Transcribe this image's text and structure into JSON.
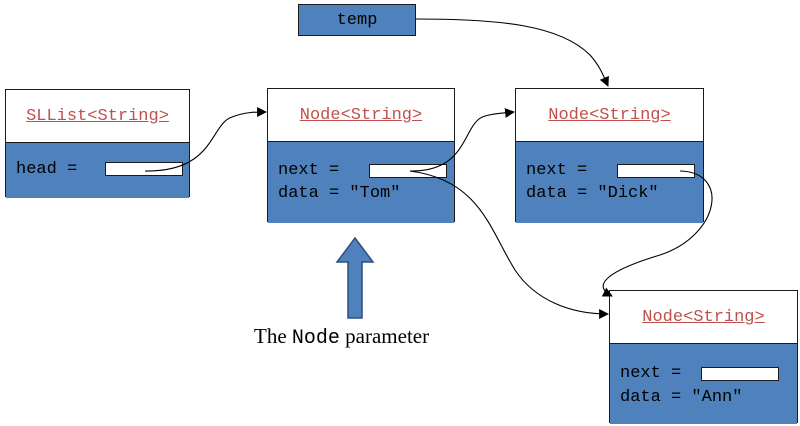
{
  "sllist": {
    "title": "SLList<String>",
    "head_label": "head ="
  },
  "nodes": [
    {
      "title": "Node<String>",
      "next_label": "next =",
      "data_label": "data = \"Tom\""
    },
    {
      "title": "Node<String>",
      "next_label": "next =",
      "data_label": "data = \"Dick\""
    },
    {
      "title": "Node<String>",
      "next_label": "next =",
      "data_label": "data = \"Ann\""
    }
  ],
  "temp": {
    "label": "temp"
  },
  "caption": {
    "prefix": "The ",
    "code": "Node",
    "suffix": " parameter"
  },
  "colors": {
    "box_fill": "#4f81bd",
    "title_text": "#c0504d",
    "arrow": "#000000"
  }
}
